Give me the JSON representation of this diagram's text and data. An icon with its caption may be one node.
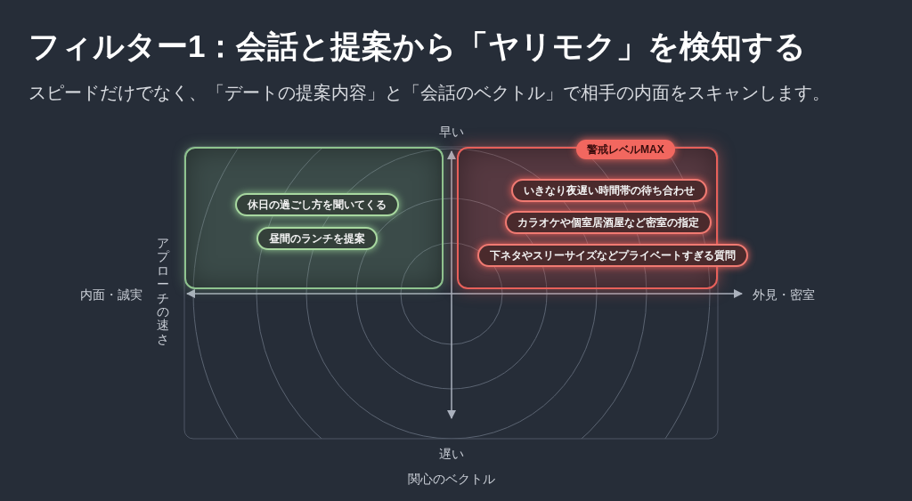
{
  "diagram": {
    "title": "フィルター1：会話と提案から「ヤリモク」を検知する",
    "caption": "スピードだけでなく、「デートの提案内容」と「会話のベクトル」で相手の内面をスキャンします。",
    "nodes": [
      {
        "text": [],
        "shape": "box"
      },
      {
        "text": [
          "休日の過ごし方を聞いてくる"
        ],
        "in": 0
      },
      {
        "text": [
          "昼間のランチを提案"
        ],
        "in": 0
      },
      {
        "text": [
          "警戒レベルMAX"
        ]
      },
      {
        "text": [
          "いきなり夜遅い時間帯の待ち合わせ"
        ],
        "in": 3
      },
      {
        "text": [
          "カラオケや個室居酒屋など密室の指定"
        ],
        "in": 3
      },
      {
        "text": [
          "下ネタやスリーサイズなどプライベートすぎる質問"
        ],
        "in": 3
      }
    ],
    "labels": [
      "早い",
      "内面・誠実",
      "アプローチの速さ",
      "外見・密室",
      "遅い",
      "関心のベクトル"
    ]
  }
}
